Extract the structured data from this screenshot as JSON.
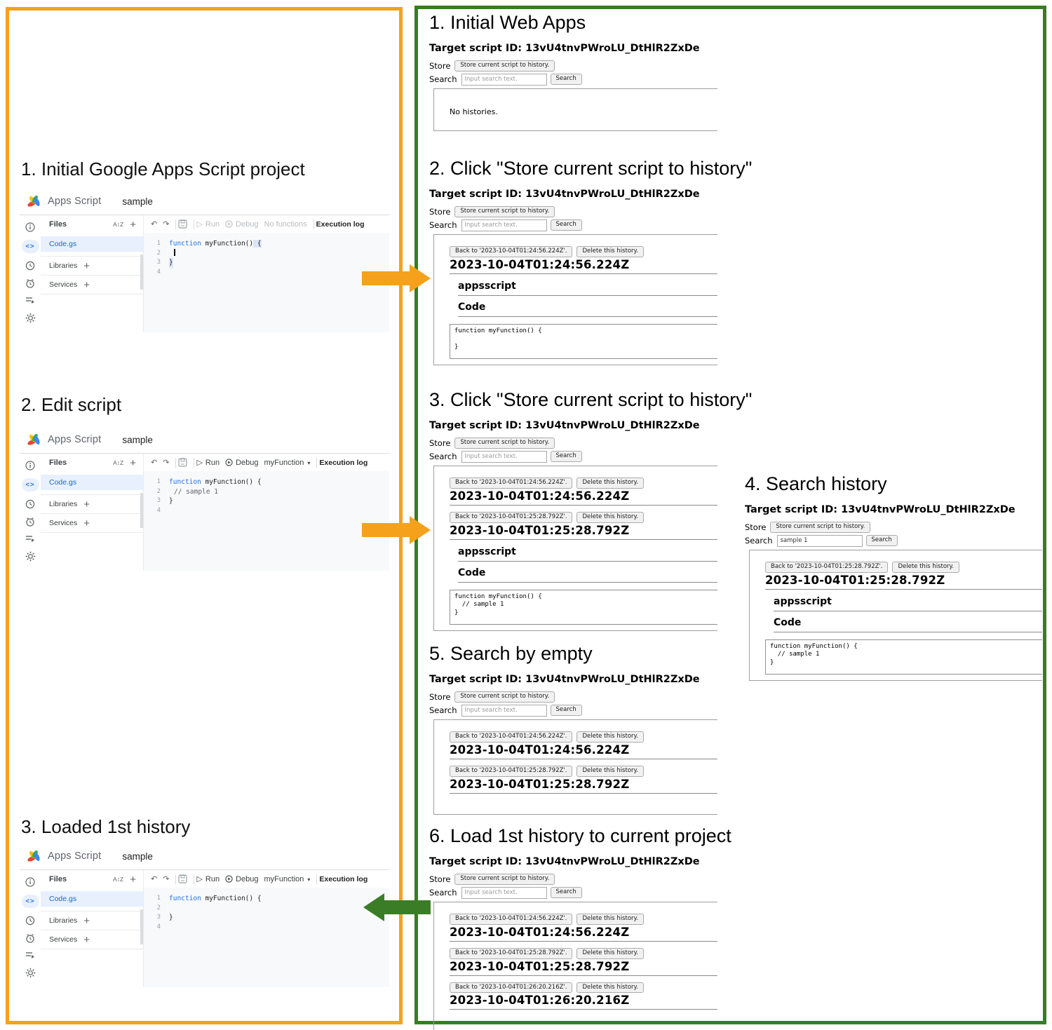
{
  "colors": {
    "left_frame_border": "#F5A11B",
    "right_frame_border": "#377D22",
    "arrow_orange": "#F5A11B",
    "arrow_green": "#3B7D26",
    "accent_blue": "#1A73E8",
    "selected_file_bg": "#E8F0FE",
    "editor_code_bg": "#F8F9FA",
    "logo_red": "#EA4335",
    "logo_yellow": "#FBBC04",
    "logo_green": "#34A853",
    "logo_blue": "#4285F4"
  },
  "icons": {
    "undo": "↶",
    "redo": "↷",
    "run": "▷",
    "dropdown_caret": "▾",
    "sort": "A↕Z",
    "add": "+",
    "code_pill": "<>"
  },
  "left_panel": {
    "titles": [
      "1. Initial Google Apps Script project",
      "2. Edit script",
      "3. Loaded 1st history"
    ],
    "editor_common": {
      "brand": "Apps Script",
      "project": "sample",
      "files_label": "Files",
      "files": [
        {
          "name": "Code.gs"
        },
        {
          "name": "Libraries"
        },
        {
          "name": "Services"
        }
      ],
      "run": "Run",
      "debug": "Debug",
      "execution_log": "Execution log",
      "nums": [
        "1",
        "2",
        "3",
        "4"
      ]
    },
    "editors": [
      {
        "functions": "No functions",
        "code": {
          "kw": "function",
          "name": " myFunction()",
          "brace": " {",
          "close": "}"
        }
      },
      {
        "functions": "myFunction",
        "code": {
          "kw": "function",
          "name": " myFunction()",
          "brace": " {",
          "comment": "// sample 1",
          "close": "}"
        }
      },
      {
        "functions": "myFunction",
        "code": {
          "kw": "function",
          "name": " myFunction()",
          "brace": " {",
          "close": "}"
        }
      }
    ]
  },
  "right_panel": {
    "common": {
      "target": "Target script ID: 13vU4tnvPWroLU_DtHlR2ZxDe",
      "store_label": "Store",
      "store_button": "Store current script to history.",
      "search_label": "Search",
      "search_placeholder": "Input search text.",
      "search_button": "Search",
      "delete_button": "Delete this history.",
      "manifest_label": "appsscript",
      "code_label": "Code"
    },
    "panels": [
      {
        "title": "1. Initial Web Apps",
        "empty": "No histories."
      },
      {
        "title": "2. Click \"Store current script to history\"",
        "histories": [
          {
            "back": "Back to '2023-10-04T01:24:56.224Z'.",
            "ts": "2023-10-04T01:24:56.224Z"
          }
        ],
        "detail_code": "function myFunction() {\n\n}"
      },
      {
        "title": "3. Click \"Store current script to history\"",
        "histories": [
          {
            "back": "Back to '2023-10-04T01:24:56.224Z'.",
            "ts": "2023-10-04T01:24:56.224Z"
          },
          {
            "back": "Back to '2023-10-04T01:25:28.792Z'.",
            "ts": "2023-10-04T01:25:28.792Z"
          }
        ],
        "detail_code": "function myFunction() {\n  // sample 1\n}"
      },
      {
        "title": "4. Search history",
        "search_value": "sample 1",
        "histories": [
          {
            "back": "Back to '2023-10-04T01:25:28.792Z'.",
            "ts": "2023-10-04T01:25:28.792Z"
          }
        ],
        "detail_code": "function myFunction() {\n  // sample 1\n}"
      },
      {
        "title": "5. Search by empty",
        "histories": [
          {
            "back": "Back to '2023-10-04T01:24:56.224Z'.",
            "ts": "2023-10-04T01:24:56.224Z"
          },
          {
            "back": "Back to '2023-10-04T01:25:28.792Z'.",
            "ts": "2023-10-04T01:25:28.792Z"
          }
        ]
      },
      {
        "title": "6. Load 1st history to current project",
        "histories": [
          {
            "back": "Back to '2023-10-04T01:24:56.224Z'.",
            "ts": "2023-10-04T01:24:56.224Z"
          },
          {
            "back": "Back to '2023-10-04T01:25:28.792Z'.",
            "ts": "2023-10-04T01:25:28.792Z"
          },
          {
            "back": "Back to '2023-10-04T01:26:20.216Z'.",
            "ts": "2023-10-04T01:26:20.216Z"
          }
        ]
      }
    ]
  }
}
